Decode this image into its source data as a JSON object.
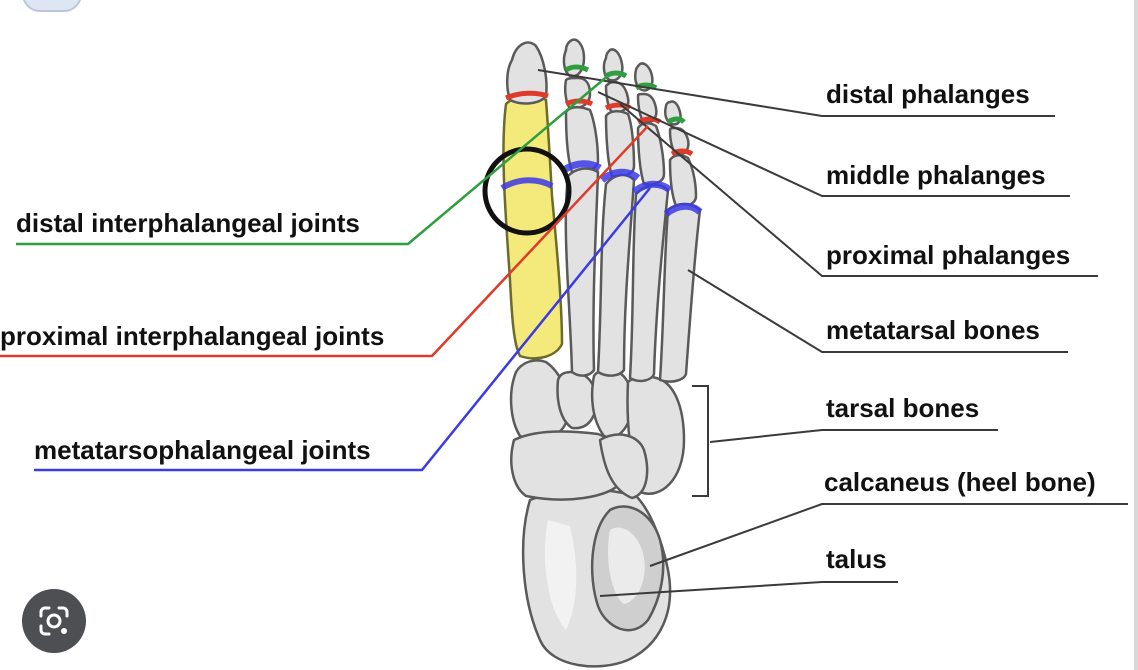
{
  "labels": {
    "distal_phalanges": "distal phalanges",
    "middle_phalanges": "middle phalanges",
    "proximal_phalanges": "proximal phalanges",
    "metatarsal_bones": "metatarsal bones",
    "tarsal_bones": "tarsal bones",
    "calcaneus": "calcaneus (heel bone)",
    "talus": "talus",
    "distal_interphalangeal_joints": "distal interphalangeal joints",
    "proximal_interphalangeal_joints": "proximal interphalangeal joints",
    "metatarsophalangeal_joints": "metatarsophalangeal joints"
  },
  "colors": {
    "distal_joint_line": "#2e9e3e",
    "proximal_joint_line": "#e03a2a",
    "mtp_joint_line": "#3b3be6",
    "highlight_toe": "#f4ea7c",
    "bone": "#e2e2e2",
    "leader_line": "#3a3a3a"
  },
  "icons": {
    "lens": "google-lens-icon"
  }
}
